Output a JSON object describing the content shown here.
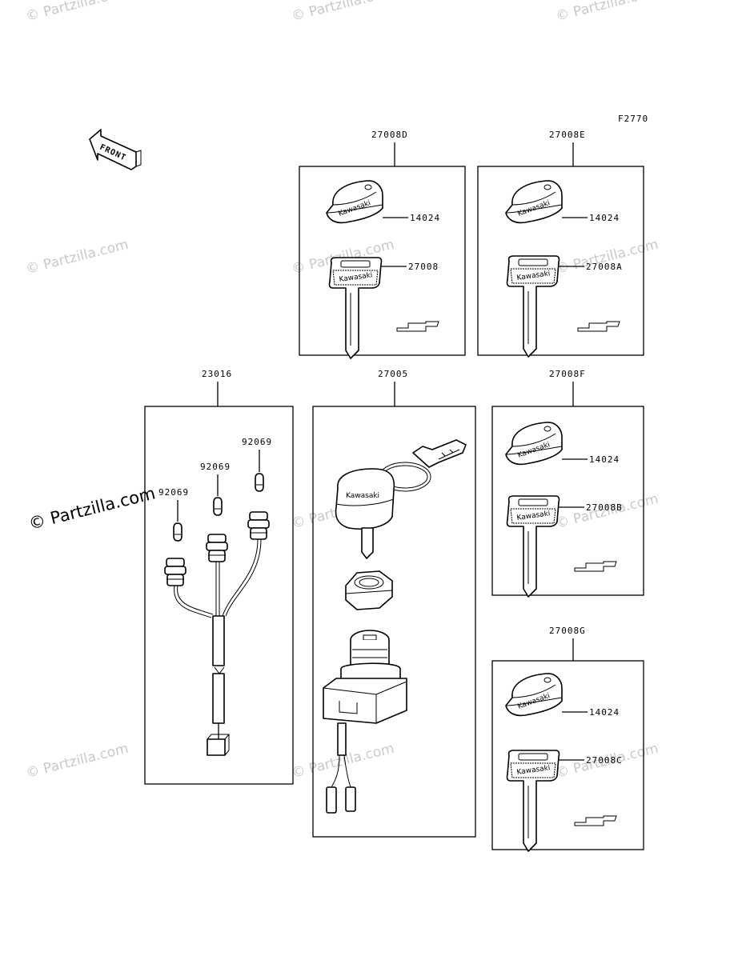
{
  "figure_code": "F2770",
  "front_label": "FRONT",
  "watermark": "© Partzilla.com",
  "brand_text": "Kawasaki",
  "groups": {
    "g27008D": {
      "label": "27008D",
      "parts": [
        "14024",
        "27008"
      ]
    },
    "g27008E": {
      "label": "27008E",
      "parts": [
        "14024",
        "27008A"
      ]
    },
    "g23016": {
      "label": "23016",
      "parts": [
        "92069",
        "92069",
        "92069"
      ]
    },
    "g27005": {
      "label": "27005"
    },
    "g27008F": {
      "label": "27008F",
      "parts": [
        "14024",
        "27008B"
      ]
    },
    "g27008G": {
      "label": "27008G",
      "parts": [
        "14024",
        "27008C"
      ]
    }
  }
}
